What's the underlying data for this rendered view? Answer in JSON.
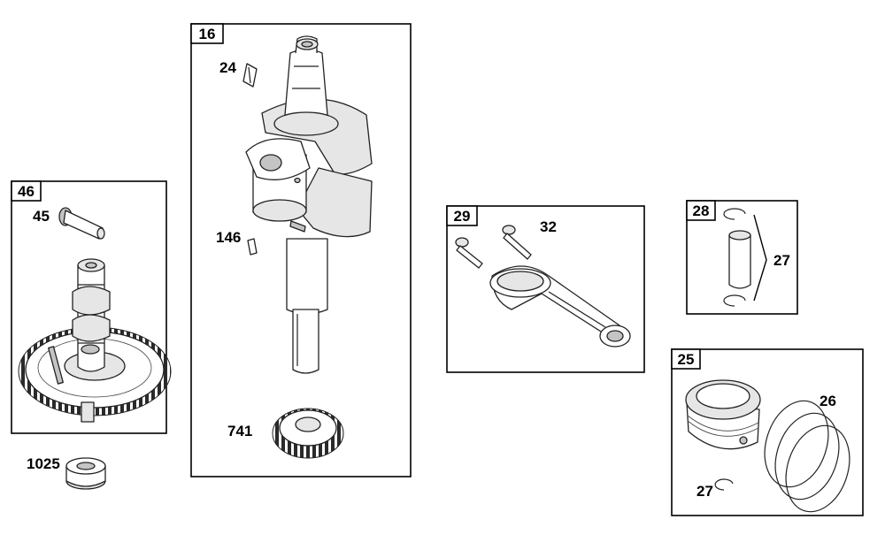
{
  "panels": [
    {
      "id": "panel-46",
      "number": "46"
    },
    {
      "id": "panel-16",
      "number": "16"
    },
    {
      "id": "panel-29",
      "number": "29"
    },
    {
      "id": "panel-28",
      "number": "28"
    },
    {
      "id": "panel-25",
      "number": "25"
    }
  ],
  "callouts": {
    "c45": "45",
    "c1025": "1025",
    "c24": "24",
    "c146": "146",
    "c741": "741",
    "c32": "32",
    "c27a": "27",
    "c26": "26",
    "c27b": "27"
  }
}
